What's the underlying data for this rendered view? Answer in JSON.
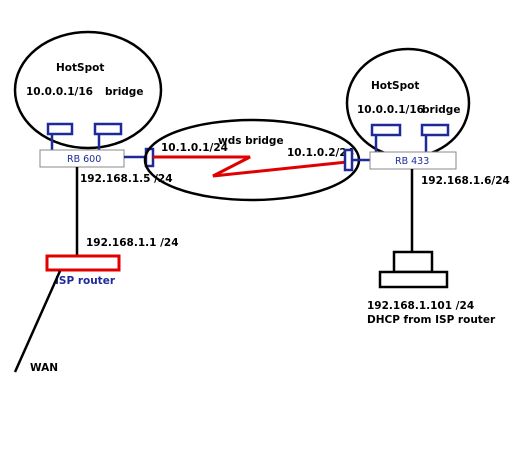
{
  "colors": {
    "outline": "#000000",
    "port": "#1f2a99",
    "wireless": "#e00000",
    "isp_router": "#e00000",
    "router_label": "#1f2a99",
    "background": "#ffffff"
  },
  "left_hotspot": {
    "title": "HotSpot",
    "subnet": "10.0.0.1/16",
    "mode": "bridge",
    "router_label": "RB 600",
    "wds_ip": "10.1.0.1/24",
    "wan_ip": "192.168.1.5 /24"
  },
  "right_hotspot": {
    "title": "HotSpot",
    "subnet": "10.0.0.1/16",
    "mode": "bridge",
    "router_label": "RB 433",
    "wds_ip": "10.1.0.2/24",
    "wan_ip": "192.168.1.6/24"
  },
  "wds_link": {
    "label": "wds bridge"
  },
  "isp_router": {
    "label": "ISP router",
    "ip": "192.168.1.1 /24"
  },
  "wan": {
    "label": "WAN"
  },
  "client_pc": {
    "ip": "192.168.1.101 /24",
    "note": "DHCP from ISP router"
  }
}
